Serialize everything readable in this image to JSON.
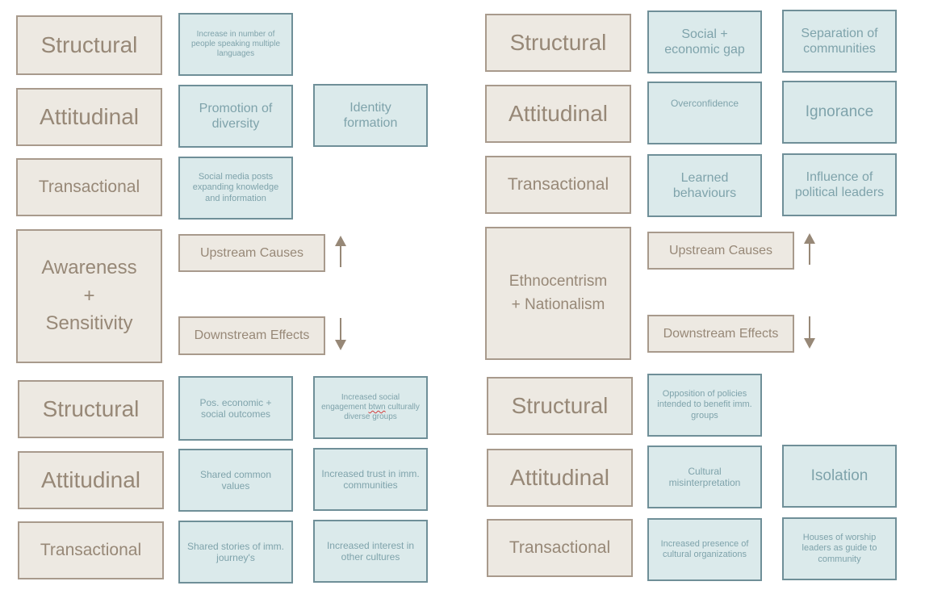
{
  "left": {
    "title": {
      "line1": "Awareness",
      "line2": "+",
      "line3": "Sensitivity"
    },
    "upstream_label": "Upstream Causes",
    "downstream_label": "Downstream Effects",
    "upstream": {
      "structural": {
        "label": "Structural",
        "items": [
          "Increase in number of people speaking multiple languages"
        ]
      },
      "attitudinal": {
        "label": "Attitudinal",
        "items": [
          "Promotion of diversity",
          "Identity formation"
        ]
      },
      "transactional": {
        "label": "Transactional",
        "items": [
          "Social media posts expanding knowledge and information"
        ]
      }
    },
    "downstream": {
      "structural": {
        "label": "Structural",
        "items": [
          "Pos. economic + social outcomes"
        ],
        "item2_pre": "Increased social engagement ",
        "item2_wavy": "btwn",
        "item2_post": " culturally diverse groups"
      },
      "attitudinal": {
        "label": "Attitudinal",
        "items": [
          "Shared common values",
          "Increased trust in imm. communities"
        ]
      },
      "transactional": {
        "label": "Transactional",
        "items": [
          "Shared stories of imm. journey's",
          "Increased interest in other cultures"
        ]
      }
    }
  },
  "right": {
    "title": {
      "line1": "Ethnocentrism",
      "line2": "+ Nationalism"
    },
    "upstream_label": "Upstream Causes",
    "downstream_label": "Downstream Effects",
    "upstream": {
      "structural": {
        "label": "Structural",
        "items": [
          "Social + economic gap",
          "Separation of communities"
        ]
      },
      "attitudinal": {
        "label": "Attitudinal",
        "items": [
          "Overconfidence",
          "Ignorance"
        ]
      },
      "transactional": {
        "label": "Transactional",
        "items": [
          "Learned behaviours",
          "Influence of political leaders"
        ]
      }
    },
    "downstream": {
      "structural": {
        "label": "Structural",
        "items": [
          "Opposition of policies intended to benefit imm. groups"
        ]
      },
      "attitudinal": {
        "label": "Attitudinal",
        "items": [
          "Cultural misinterpretation",
          "Isolation"
        ]
      },
      "transactional": {
        "label": "Transactional",
        "items": [
          "Increased presence of cultural organizations",
          "Houses of worship leaders as guide to community"
        ]
      }
    }
  },
  "colors": {
    "category_fill": "#ede9e2",
    "category_border": "#a89a8c",
    "category_text": "#978877",
    "note_fill": "#dbeaeb",
    "note_border": "#6f8f98",
    "note_text": "#7fa3ab",
    "arrow": "#978877"
  }
}
